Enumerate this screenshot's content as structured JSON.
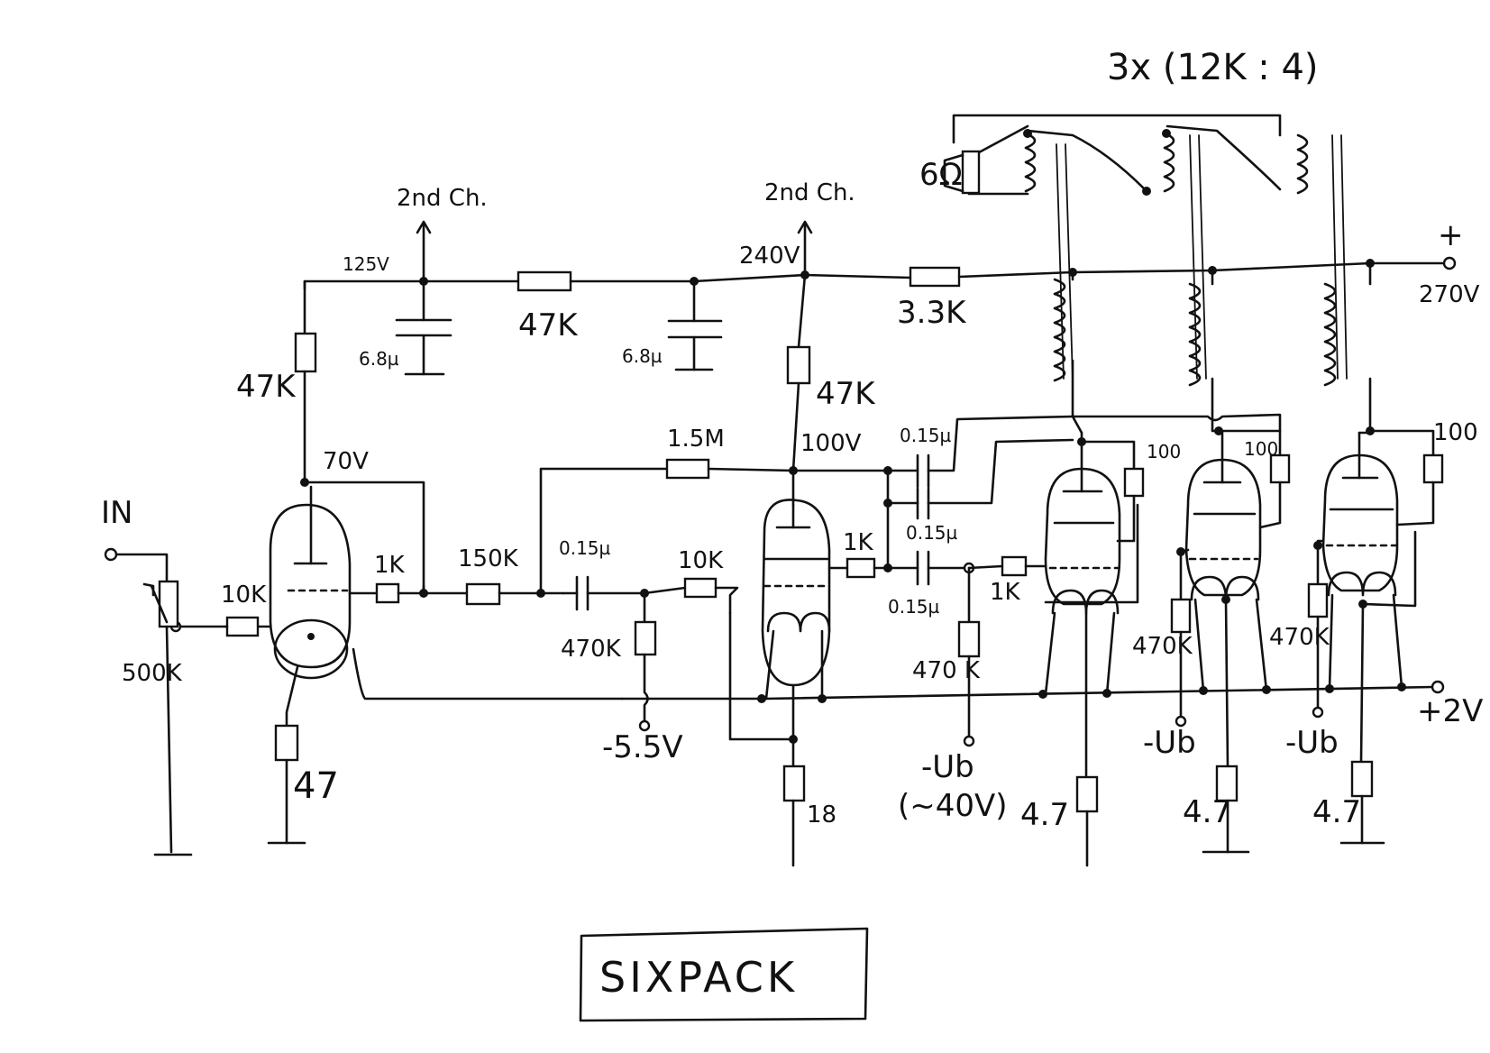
{
  "title": "SIXPACK",
  "transformer_note": "3x (12K : 4)",
  "speaker": "6Ω",
  "input_label": "IN",
  "ch2_left": "2nd Ch.",
  "ch2_mid": "2nd Ch.",
  "voltages": {
    "v125": "125V",
    "v240": "240V",
    "v70": "70V",
    "v100": "100V",
    "plus": "+",
    "v270": "270V",
    "neg55": "-5.5V",
    "plus2": "+2V",
    "ub1": "-Ub",
    "ub1_note": "(~40V)",
    "ub2": "-Ub",
    "ub3": "-Ub"
  },
  "components": {
    "pot": "500K",
    "r10k_in": "10K",
    "r47k_a": "47K",
    "r47_cath": "47",
    "r1k_a": "1K",
    "r150k": "150K",
    "c015_a": "0.15µ",
    "r470k_a": "470K",
    "r10k_b": "10K",
    "r47k_filter": "47K",
    "c68_a": "6.8µ",
    "c68_b": "6.8µ",
    "r15m": "1.5M",
    "r47k_b": "47K",
    "r18": "18",
    "r1k_b": "1K",
    "r33k": "3.3K",
    "c015_b": "0.15µ",
    "c015_c": "0.15µ",
    "c015_d": "0.15µ",
    "r1k_c": "1K",
    "r470k_b": "470 K",
    "r100_a": "100",
    "r100_b": "100",
    "r100_c": "100",
    "r470k_c": "470K",
    "r470k_d": "470K",
    "r47_a": "4.7",
    "r47_b": "4.7",
    "r47_c": "4.7"
  }
}
